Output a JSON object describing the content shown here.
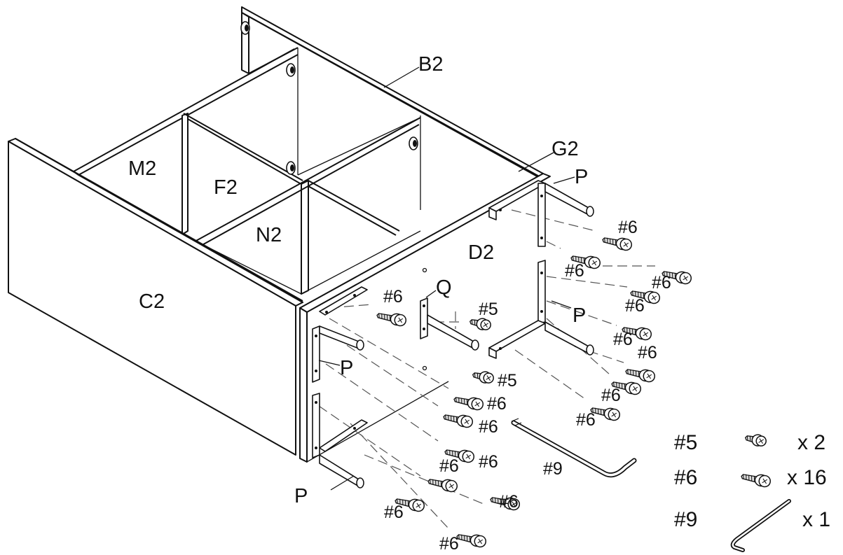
{
  "parts": {
    "b2": "B2",
    "g2": "G2",
    "m2": "M2",
    "f2": "F2",
    "n2": "N2",
    "c2": "C2",
    "d2": "D2",
    "q": "Q",
    "p": "P"
  },
  "callouts": {
    "h5": "#5",
    "h6": "#6",
    "h9": "#9"
  },
  "legend": [
    {
      "code": "#5",
      "qty": "x 2",
      "icon": "screw-short-icon"
    },
    {
      "code": "#6",
      "qty": "x 16",
      "icon": "screw-long-icon"
    },
    {
      "code": "#9",
      "qty": "x 1",
      "icon": "hex-key-icon"
    }
  ]
}
